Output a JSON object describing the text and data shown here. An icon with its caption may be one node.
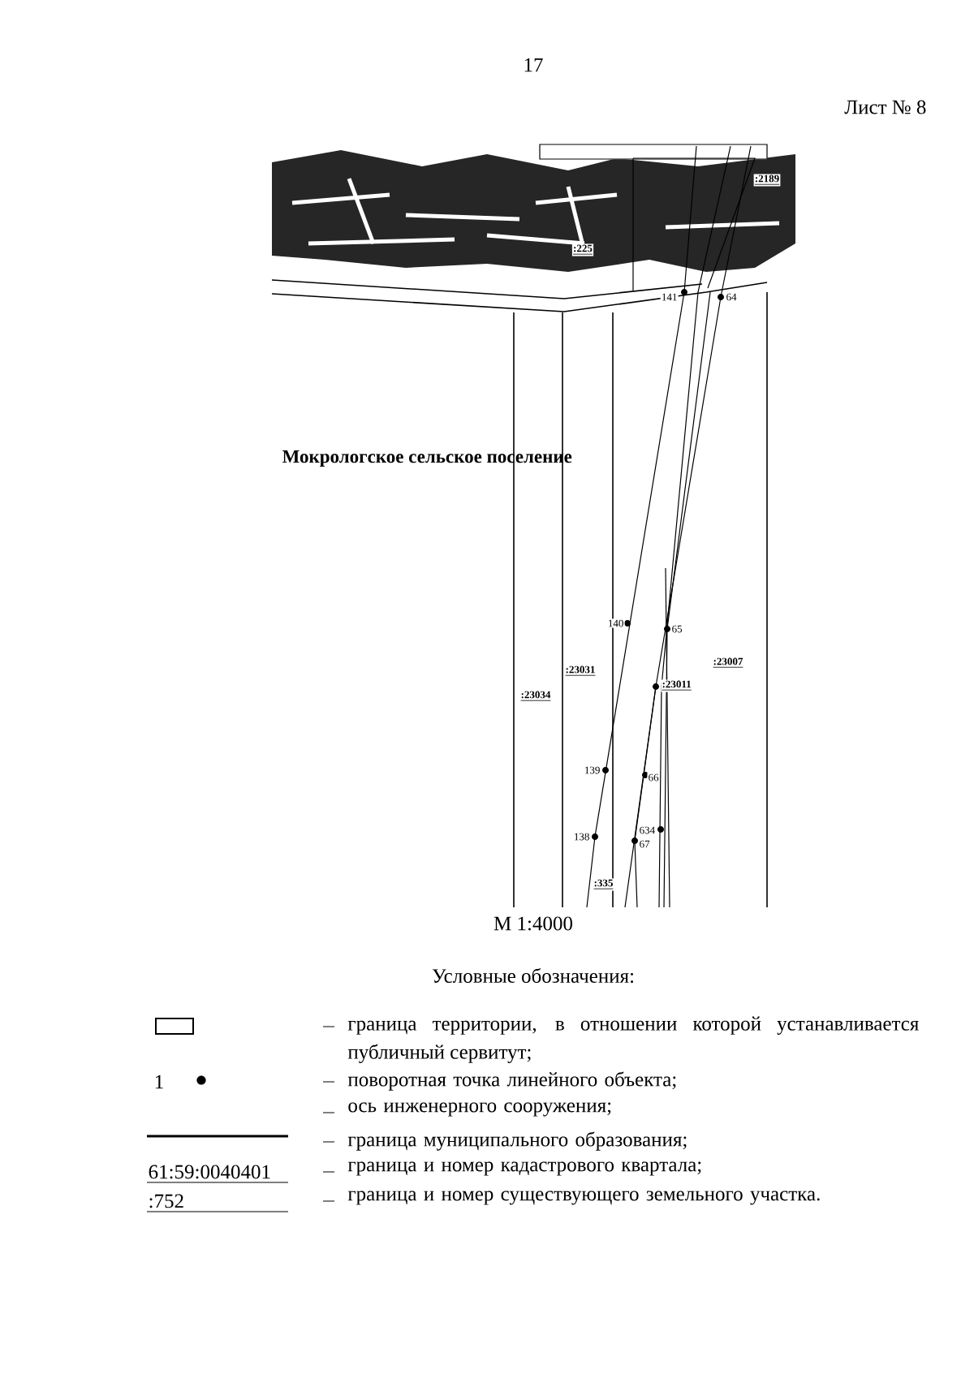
{
  "diagram": {
    "labels": [
      "17",
      "Лист № 8",
      ":225",
      ":2189",
      "141",
      "64",
      "Мокрологское сельское поселение",
      "140",
      "65",
      ":23007",
      ":23031",
      ":23011",
      ":23034",
      "139",
      "66",
      "634",
      "138",
      "67",
      ":335",
      "М 1:4000",
      "Условные обозначения:",
      "1",
      "61:59:0040401",
      ":752"
    ],
    "legend": [
      {
        "text": "граница территории, в отношении которой устанавливается публичный сервитут;"
      },
      {
        "text": "поворотная точка линейного объекта;"
      },
      {
        "text": "ось инженерного сооружения;"
      },
      {
        "text": "граница муниципального образования;"
      },
      {
        "text": "граница и номер кадастрового квартала;"
      },
      {
        "text": "граница и номер существующего земельного участка."
      }
    ]
  }
}
